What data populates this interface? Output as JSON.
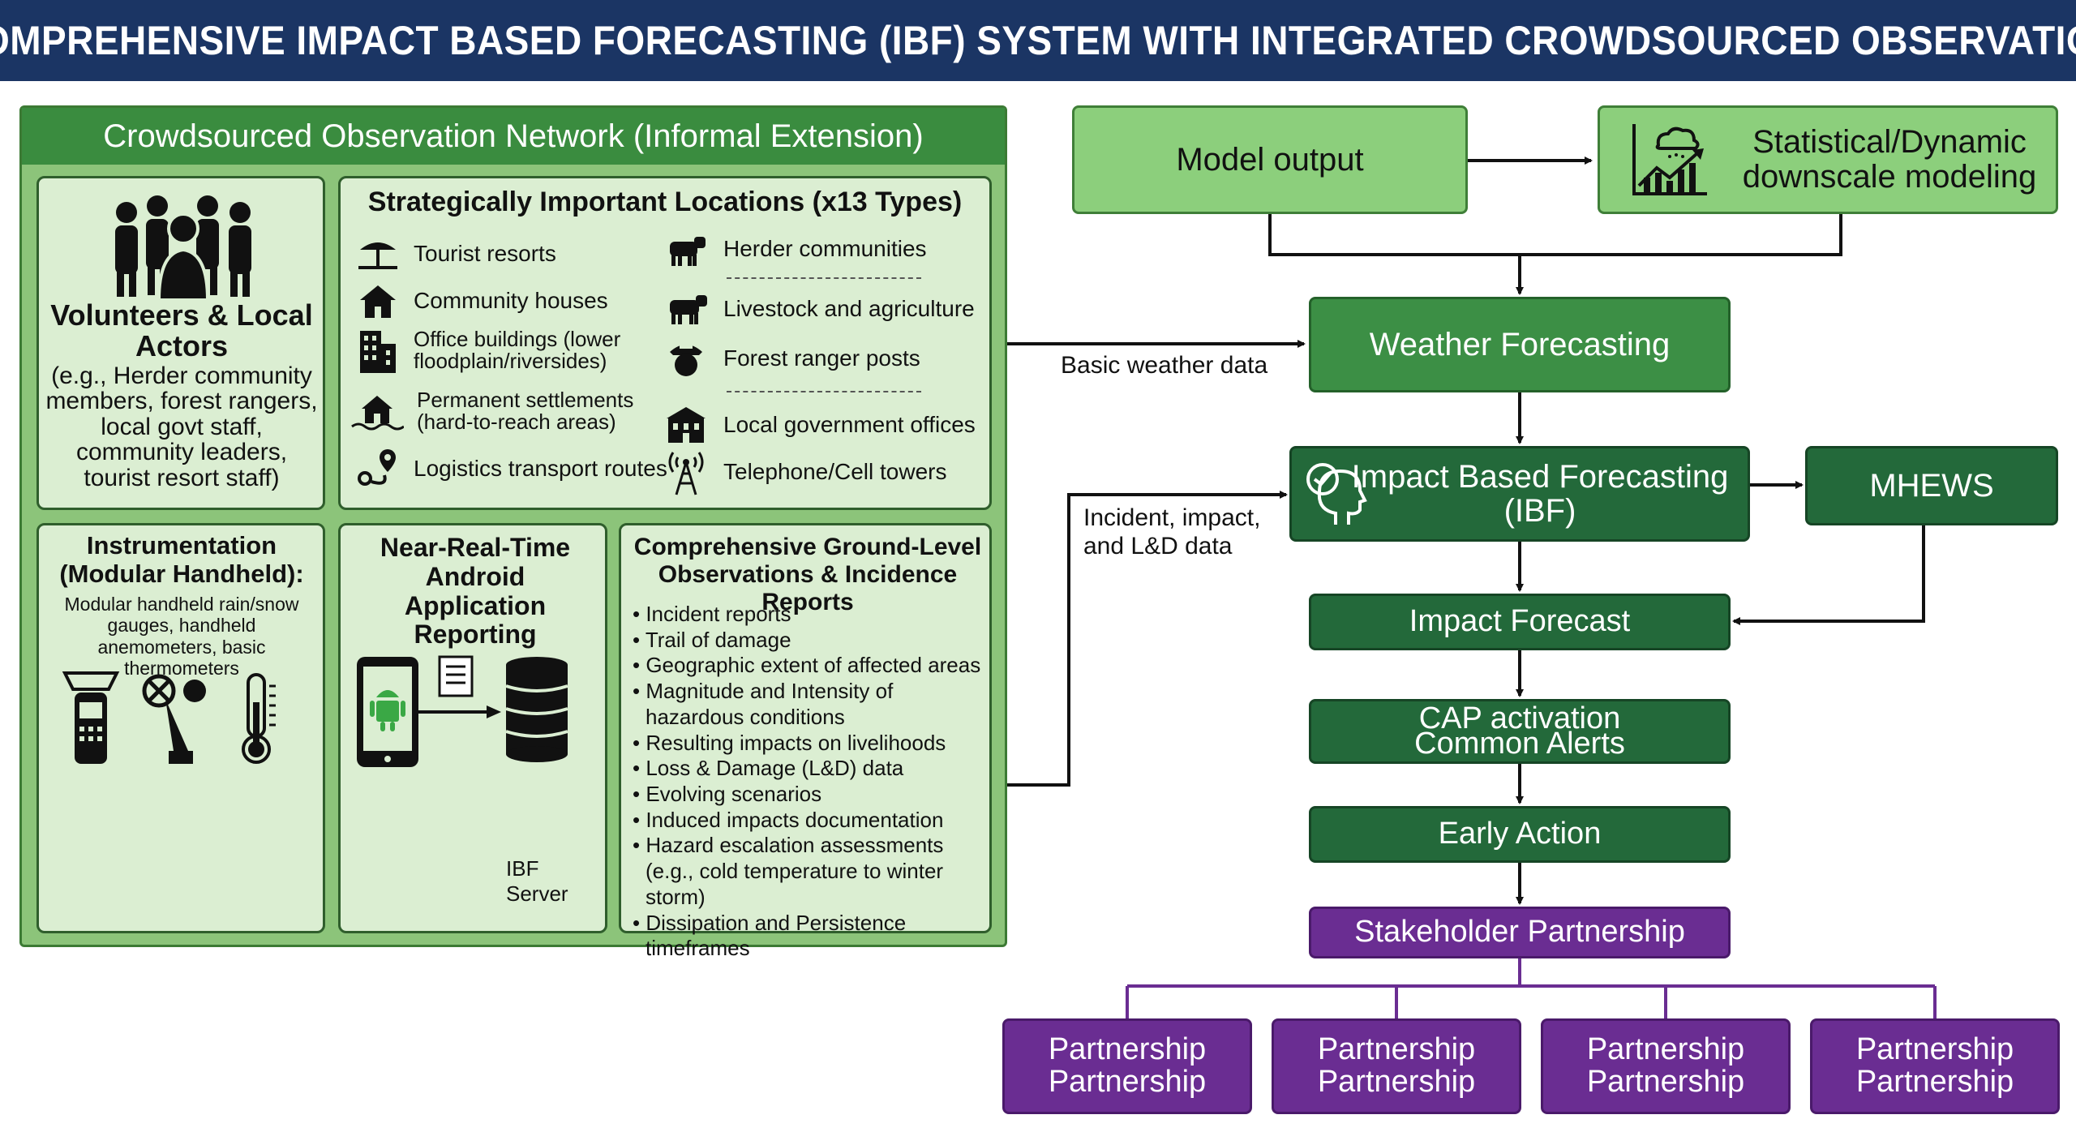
{
  "title": "COMPREHENSIVE IMPACT BASED FORECASTING (IBF) SYSTEM WITH INTEGRATED CROWDSOURCED OBSERVATION",
  "network": {
    "header": "Crowdsourced Observation Network (Informal Extension)",
    "volunteers": {
      "title": "Volunteers & Local Actors",
      "detail": "(e.g., Herder community members, forest rangers, local govt staff, community leaders, tourist resort staff)"
    },
    "locations": {
      "title": "Strategically Important Locations (x13 Types)",
      "left": [
        "Tourist resorts",
        "Community houses",
        "Office buildings (lower floodplain/riversides)",
        "Permanent settlements (hard-to-reach areas)",
        "Logistics transport routes"
      ],
      "right": [
        "Herder communities",
        "Livestock and agriculture",
        "Forest ranger posts",
        "Local government offices",
        "Telephone/Cell towers"
      ]
    },
    "instrumentation": {
      "title": "Instrumentation (Modular Handheld):",
      "detail": "Modular handheld rain/snow gauges, handheld anemometers, basic thermometers"
    },
    "android": {
      "title": "Near-Real-Time Android Application Reporting",
      "server_label": "IBF Server"
    },
    "observations": {
      "title": "Comprehensive Ground-Level Observations & Incidence Reports",
      "items": [
        "Incident reports",
        "Trail of damage",
        "Geographic extent of affected areas",
        "Magnitude and Intensity of hazardous conditions",
        "Resulting impacts on livelihoods",
        "Loss & Damage (L&D) data",
        "Evolving scenarios",
        "Induced impacts documentation",
        "Hazard escalation assessments (e.g., cold temperature to winter storm)",
        "Dissipation and Persistence timeframes"
      ]
    }
  },
  "flow": {
    "model_output": "Model output",
    "downscale": "Statistical/Dynamic downscale modeling",
    "weather": "Weather Forecasting",
    "ibf": "Impact Based Forecasting (IBF)",
    "mhews": "MHEWS",
    "impact_forecast": "Impact Forecast",
    "cap_line1": "CAP activation",
    "cap_line2": "Common Alerts",
    "early_action": "Early Action",
    "stakeholder": "Stakeholder Partnership",
    "partnerships": [
      {
        "line1": "Partnership",
        "line2": "Partnership"
      },
      {
        "line1": "Partnership",
        "line2": "Partnership"
      },
      {
        "line1": "Partnership",
        "line2": "Partnership"
      },
      {
        "line1": "Partnership",
        "line2": "Partnership"
      }
    ],
    "basic_weather_label": "Basic weather data",
    "incident_label": "Incident, impact, and L&D data"
  },
  "colors": {
    "title_bg": "#1b3564",
    "panel_bg": "#8cc47a",
    "box_bg": "#dbeed2",
    "dark_green": "#23693a",
    "purple": "#6a2d92"
  }
}
